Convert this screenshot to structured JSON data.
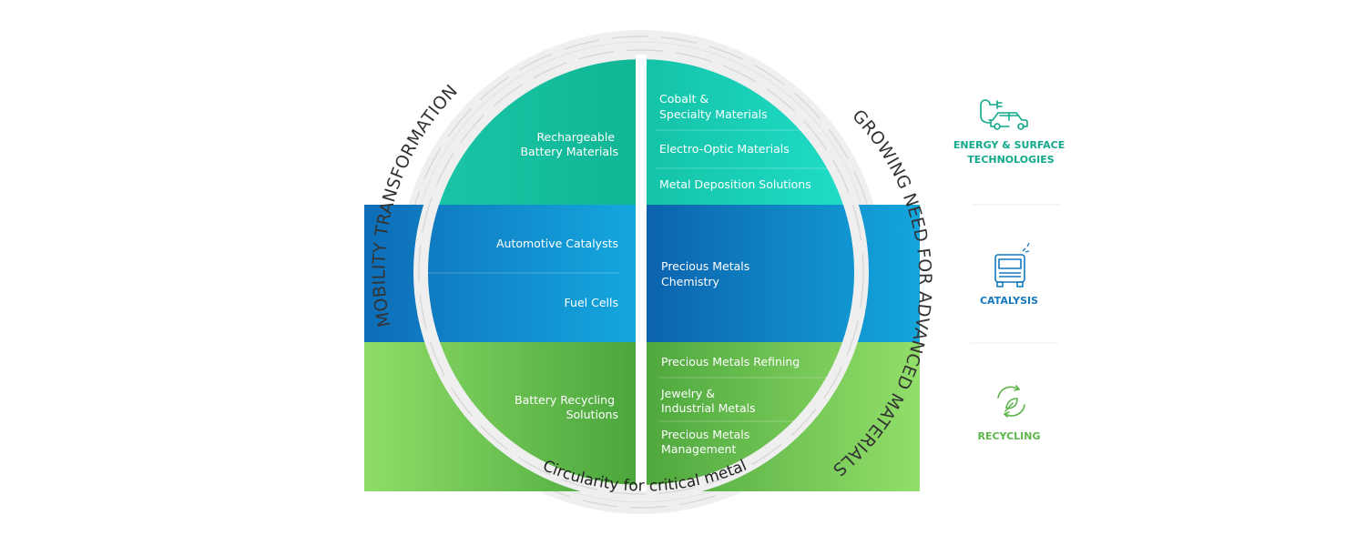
{
  "diagram": {
    "arc_labels": {
      "left": "MOBILITY TRANSFORMATION",
      "right": "GROWING NEED FOR ADVANCED MATERIALS",
      "bottom": "Circularity for critical metals"
    },
    "segments": {
      "energy_left": [
        "Rechargeable",
        "Battery Materials"
      ],
      "energy_right": [
        [
          "Cobalt &",
          "Specialty Materials"
        ],
        [
          "Electro-Optic Materials"
        ],
        [
          "Metal Deposition Solutions"
        ]
      ],
      "catalysis_left": [
        [
          "Automotive Catalysts"
        ],
        [
          "Fuel Cells"
        ]
      ],
      "catalysis_right": [
        "Precious Metals",
        "Chemistry"
      ],
      "recycling_left": [
        "Battery Recycling",
        "Solutions"
      ],
      "recycling_right": [
        [
          "Precious Metals Refining"
        ],
        [
          "Jewelry &",
          "Industrial Metals"
        ],
        [
          "Precious Metals",
          "Management"
        ]
      ]
    }
  },
  "legend": [
    {
      "label_lines": [
        "ENERGY & SURFACE",
        "TECHNOLOGIES"
      ],
      "icon": "electric-car-icon",
      "color": "#11a98a"
    },
    {
      "label_lines": [
        "CATALYSIS"
      ],
      "icon": "truck-icon",
      "color": "#1479be"
    },
    {
      "label_lines": [
        "RECYCLING"
      ],
      "icon": "recycle-leaf-icon",
      "color": "#5cb64a"
    }
  ],
  "colors": {
    "energy": "#0aa887",
    "catalysis": "#0f70b8",
    "recycling": "#56ad40"
  }
}
